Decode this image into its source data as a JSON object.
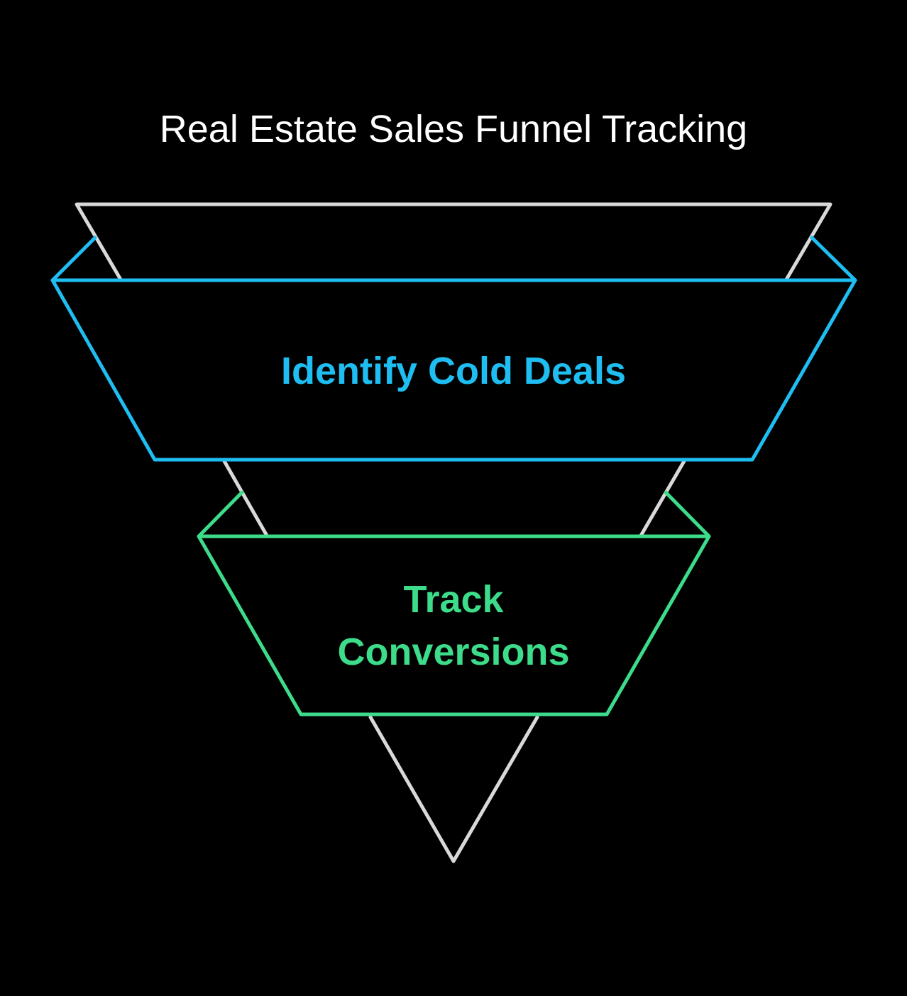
{
  "title": "Real Estate Sales Funnel Tracking",
  "colors": {
    "background": "#000000",
    "title": "#FFFFFF",
    "funnel_outline": "#D9D9D9",
    "stage_1": "#1EBDF2",
    "stage_2": "#3DDC8A"
  },
  "stages": [
    {
      "lines": [
        "Identify Cold Deals"
      ]
    },
    {
      "lines": [
        "Track",
        "Conversions"
      ]
    }
  ]
}
